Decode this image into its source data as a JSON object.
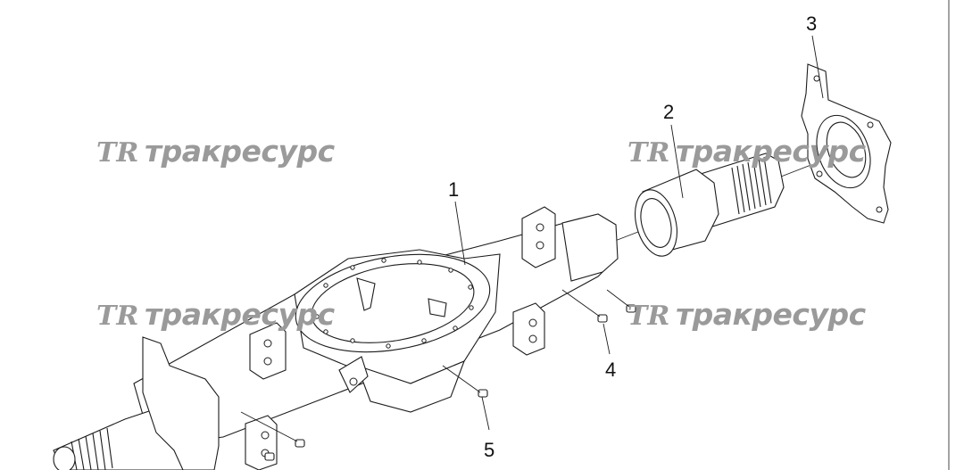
{
  "watermark": {
    "logo": "TR",
    "text": "тракресурс"
  },
  "callouts": [
    "1",
    "2",
    "3",
    "4",
    "5"
  ]
}
